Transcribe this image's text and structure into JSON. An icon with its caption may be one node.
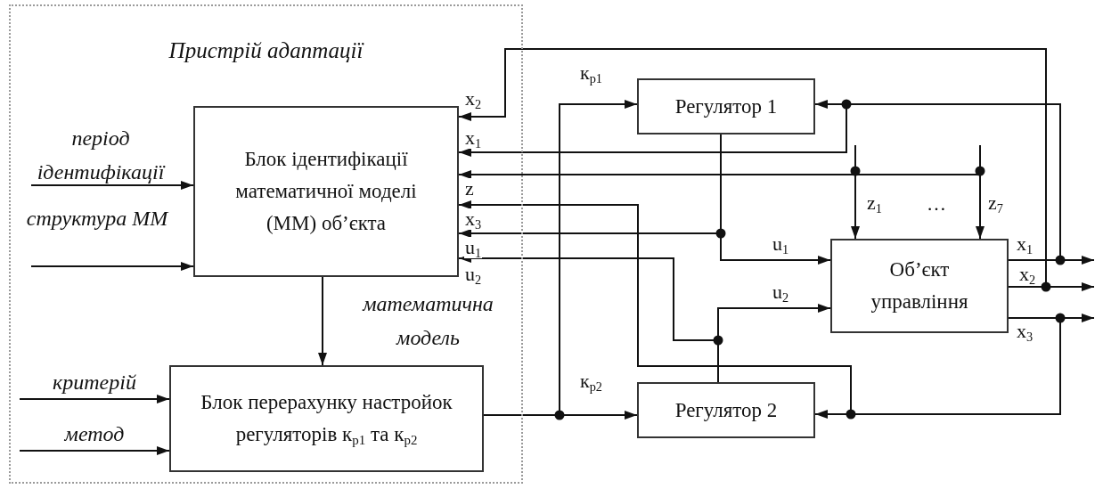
{
  "diagram": {
    "nodes": [
      {
        "text": [
          "Пристрій адаптації"
        ]
      },
      {
        "text": [
          "Блок ідентифікації математичної моделі (ММ) об’єкта"
        ],
        "in": 0
      },
      {
        "text": [
          "Блок перерахунку настройок регуляторів к$_{p1}$ та к$_{p2}$"
        ],
        "in": 0
      },
      {
        "text": [
          "Регулятор 1"
        ]
      },
      {
        "text": [
          "Регулятор 2"
        ]
      },
      {
        "text": [
          "Об’єкт управління"
        ]
      }
    ],
    "edges": [
      {
        "from": null,
        "to": 1,
        "arrow": "to",
        "label": "період ідентифікації"
      },
      {
        "from": null,
        "to": 1,
        "arrow": "to",
        "label": "структура ММ"
      },
      {
        "from": 1,
        "to": 2,
        "arrow": "to",
        "label": "математична модель"
      },
      {
        "from": null,
        "to": 2,
        "arrow": "to",
        "label": "критерій"
      },
      {
        "from": null,
        "to": 2,
        "arrow": "to",
        "label": "метод"
      },
      {
        "from": 2,
        "to": 3,
        "arrow": "to",
        "label": "к$_{p1}$"
      },
      {
        "from": 2,
        "to": 4,
        "arrow": "to",
        "label": "к$_{p2}$"
      },
      {
        "from": 3,
        "to": 5,
        "arrow": "to",
        "label": "u$_{1}$"
      },
      {
        "from": 3,
        "to": 1,
        "arrow": "to",
        "label": "u$_{1}$"
      },
      {
        "from": 4,
        "to": 5,
        "arrow": "to",
        "label": "u$_{2}$"
      },
      {
        "from": 4,
        "to": 1,
        "arrow": "to",
        "label": "u$_{2}$"
      },
      {
        "from": 5,
        "to": 3,
        "arrow": "to"
      },
      {
        "from": 5,
        "to": 1,
        "arrow": "to",
        "label": "x$_{1}$"
      },
      {
        "from": 5,
        "to": 1,
        "arrow": "to",
        "label": "x$_{2}$"
      },
      {
        "from": 5,
        "to": 4,
        "arrow": "to"
      },
      {
        "from": 5,
        "to": 1,
        "arrow": "to",
        "label": "x$_{3}$"
      },
      {
        "from": 5,
        "to": null,
        "arrow": "to",
        "label": "x$_{1}$"
      },
      {
        "from": 5,
        "to": null,
        "arrow": "to",
        "label": "x$_{2}$"
      },
      {
        "from": 5,
        "to": null,
        "arrow": "to",
        "label": "x$_{3}$"
      },
      {
        "from": null,
        "to": 5,
        "arrow": "to",
        "label": "z$_{1}$"
      },
      {
        "from": null,
        "to": 5,
        "arrow": "to",
        "label": "z$_{7}$"
      },
      {
        "from": null,
        "to": 1,
        "arrow": "to",
        "label": "z"
      }
    ],
    "labels": [
      "…"
    ]
  }
}
